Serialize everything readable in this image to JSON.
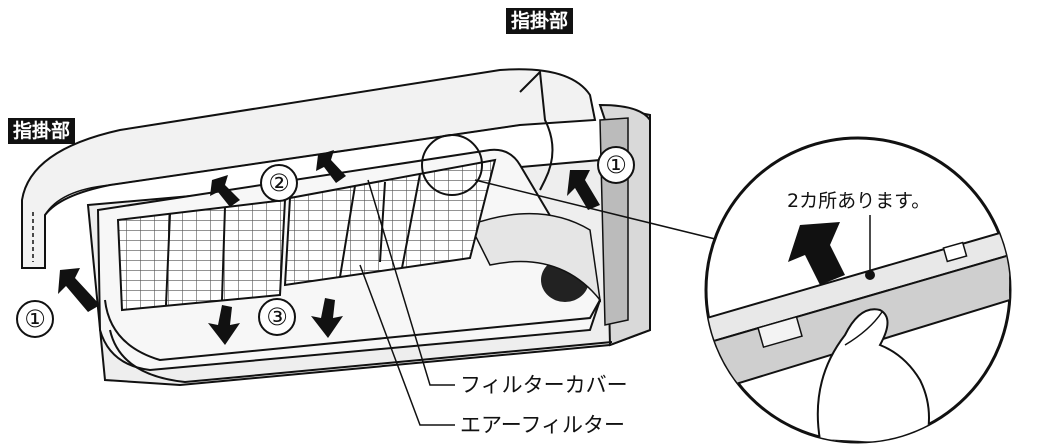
{
  "labels": {
    "finger_grip_left": "指掛部",
    "finger_grip_top": "指掛部",
    "filter_cover": "フィルターカバー",
    "air_filter": "エアーフィルター",
    "two_places": "2カ所あります。"
  },
  "steps": {
    "step1_left": "①",
    "step1_right": "①",
    "step2": "②",
    "step3": "③"
  },
  "icons": [
    "arrow-up-icon",
    "arrow-down-icon",
    "hand-icon",
    "magnifier-circle-icon"
  ]
}
